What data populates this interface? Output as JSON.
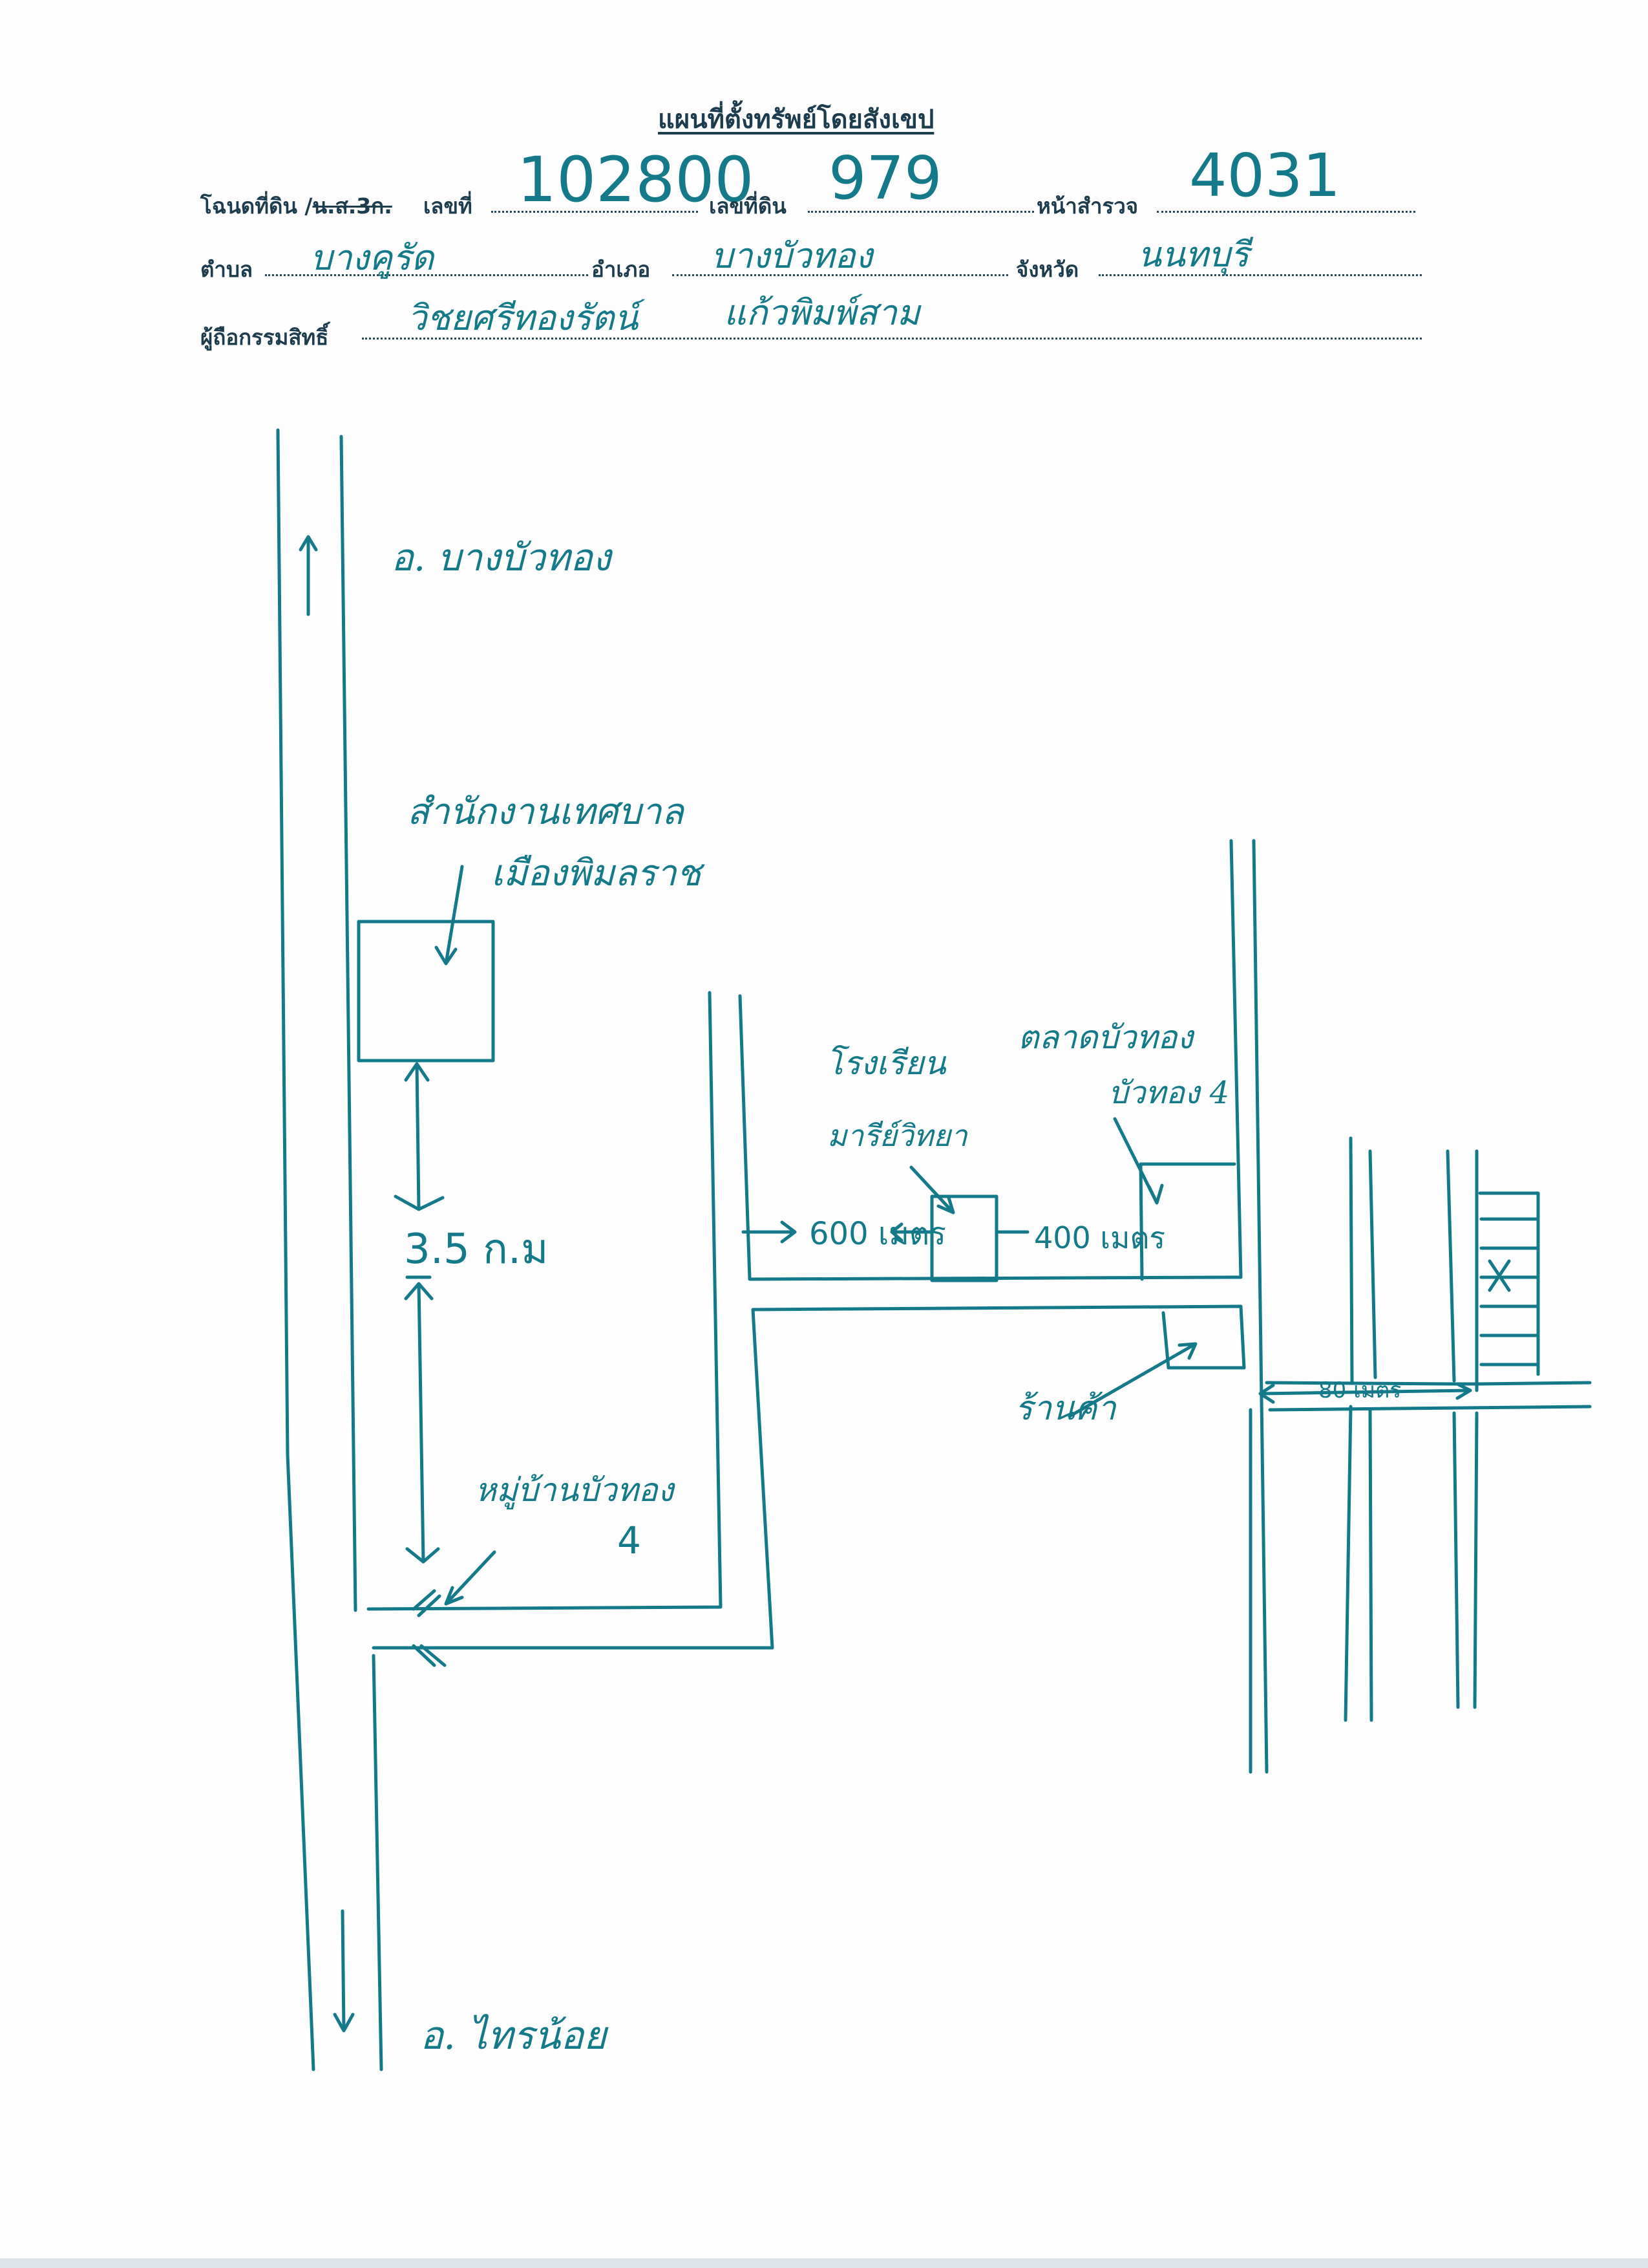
{
  "header": {
    "title": "แผนที่ตั้งทรัพย์โดยสังเขป",
    "deed_label": "โฉนดที่ดิน /",
    "deed_struck": "น.ส.3ก.",
    "number_label": "เลขที่",
    "deed_number": "102800",
    "land_no_label": "เลขที่ดิน",
    "land_number": "979",
    "survey_page_label": "หน้าสำรวจ",
    "survey_page": "4031",
    "tambon_label": "ตำบล",
    "tambon": "บางคูรัด",
    "amphoe_label": "อำเภอ",
    "amphoe": "บางบัวทอง",
    "province_label": "จังหวัด",
    "province": "นนทบุรี",
    "owner_label": "ผู้ถือกรรมสิทธิ์",
    "owner_first": "วิชยศรีทองรัตน์",
    "owner_last": "แก้วพิมพ์สาม"
  },
  "sketch": {
    "north_road": "อ. บางบัวทอง",
    "south_road": "อ. ไทรน้อย",
    "office_line1": "สำนักงานเทศบาล",
    "office_line2": "เมืองพิมลราช",
    "distance_main": "3.5 ก.ม",
    "village_line1": "หมู่บ้านบัวทอง",
    "village_line2": "4",
    "school_line1": "โรงเรียน",
    "school_line2": "มารีย์วิทยา",
    "school_distance": "600 เมตร",
    "market_line1": "ตลาดบัวทอง",
    "market_line2": "บัวทอง 4",
    "market_distance": "400 เมตร",
    "shop": "ร้านค้า",
    "east_distance": "80 เมตร"
  },
  "colors": {
    "ink": "#147a8a",
    "print": "#1d3c4e"
  }
}
